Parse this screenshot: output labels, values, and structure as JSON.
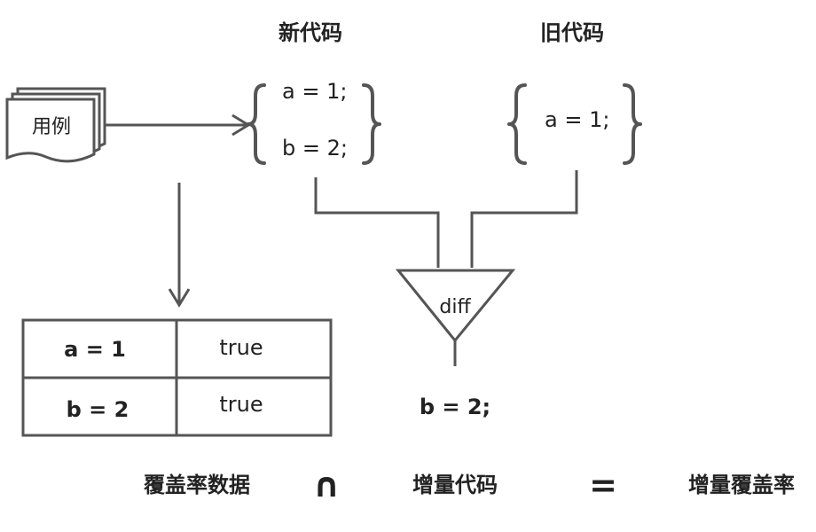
{
  "diagram": {
    "new_code": {
      "title": "新代码",
      "lines": [
        "a = 1;",
        "b = 2;"
      ]
    },
    "old_code": {
      "title": "旧代码",
      "lines": [
        "a = 1;"
      ]
    },
    "test_case": {
      "label": "用例"
    },
    "diff": {
      "label": "diff",
      "result": "b = 2;"
    },
    "coverage_table": {
      "rows": [
        {
          "line": "a = 1",
          "covered": "true"
        },
        {
          "line": "b = 2",
          "covered": "true"
        }
      ]
    },
    "equation": {
      "left": "覆盖率数据",
      "op": "∩",
      "middle": "增量代码",
      "equals": "=",
      "right": "增量覆盖率"
    }
  }
}
